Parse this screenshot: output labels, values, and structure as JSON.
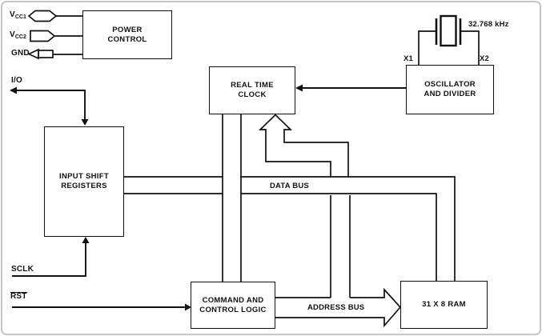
{
  "pins": {
    "vcc1": {
      "main": "V",
      "sub": "CC1"
    },
    "vcc2": {
      "main": "V",
      "sub": "CC2"
    },
    "gnd": "GND",
    "io": "I/O",
    "sclk": "SCLK",
    "rst": "RST",
    "x1": "X1",
    "x2": "X2"
  },
  "crystal": {
    "frequency": "32.768 kHz"
  },
  "blocks": {
    "power_control": "POWER\nCONTROL",
    "real_time_clock": "REAL TIME\nCLOCK",
    "oscillator_divider": "OSCILLATOR\nAND DIVIDER",
    "input_shift_registers": "INPUT SHIFT\nREGISTERS",
    "command_control_logic": "COMMAND AND\nCONTROL LOGIC",
    "ram": "31 X 8 RAM"
  },
  "buses": {
    "data": "DATA BUS",
    "address": "ADDRESS BUS"
  },
  "colors": {
    "line": "#111111",
    "background": "#ffffff",
    "frame": "#c6c6c6"
  }
}
